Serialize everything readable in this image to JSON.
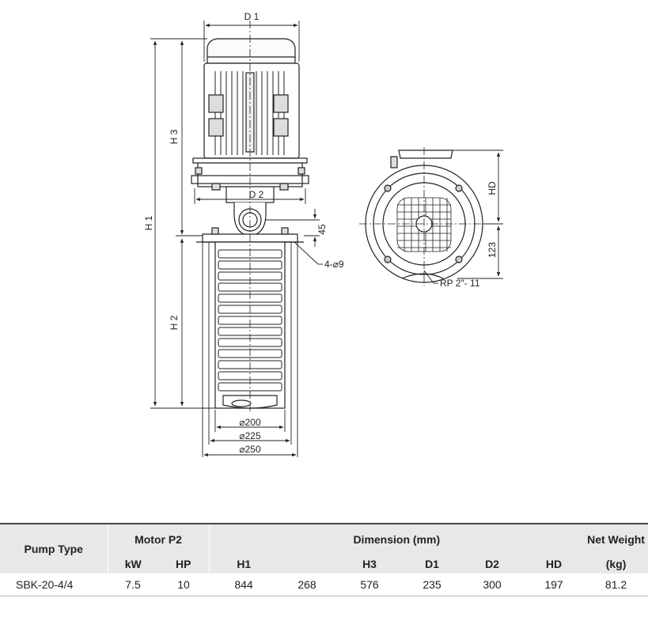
{
  "drawing": {
    "labels": {
      "d1": "D 1",
      "d2": "D 2",
      "h1": "H 1",
      "h2": "H 2",
      "h3": "H 3",
      "hd": "HD",
      "dim45": "45",
      "dim123": "123",
      "holes": "4-⌀9",
      "dia200": "⌀200",
      "dia225": "⌀225",
      "dia250": "⌀250",
      "port": "RP 2″- 11"
    }
  },
  "table": {
    "headers": {
      "pump_type": "Pump Type",
      "motor": "Motor P2",
      "kw": "kW",
      "hp": "HP",
      "dimension": "Dimension (mm)",
      "h1": "H1",
      "h3": "H3",
      "d1": "D1",
      "d2": "D2",
      "hd": "HD",
      "net_weight": "Net Weight",
      "kg": "(kg)"
    },
    "rows": [
      {
        "type": "SBK-20-4/4",
        "kw": "7.5",
        "hp": "10",
        "h1": "844",
        "h2": "268",
        "h3": "576",
        "d1": "235",
        "d2": "300",
        "hd": "197",
        "kg": "81.2"
      }
    ]
  }
}
